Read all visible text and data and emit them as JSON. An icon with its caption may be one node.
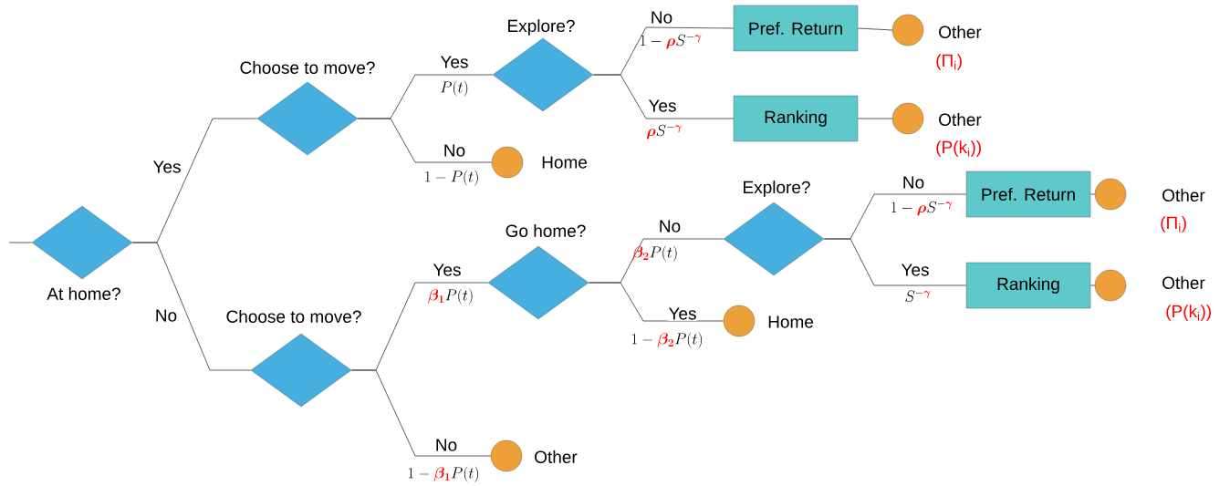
{
  "diagram": {
    "nodes": [
      {
        "text": [
          "At home?"
        ]
      },
      {
        "text": [
          "Choose to move?"
        ]
      },
      {
        "text": [
          "Choose to move?"
        ]
      },
      {
        "text": [
          "Explore?"
        ]
      },
      {
        "text": [
          "Home"
        ]
      },
      {
        "text": [
          "Go home?"
        ]
      },
      {
        "text": [
          "Other"
        ]
      },
      {
        "text": [
          "Pref. Return"
        ]
      },
      {
        "text": [
          "Other",
          "(Π$_{i}$)"
        ]
      },
      {
        "text": [
          "Ranking"
        ]
      },
      {
        "text": [
          "Other",
          "(P(k$_{i}$))"
        ]
      },
      {
        "text": [
          "Explore?"
        ]
      },
      {
        "text": [
          "Home"
        ]
      },
      {
        "text": [
          "Pref. Return"
        ]
      },
      {
        "text": [
          "Other",
          "(Π$_{i}$)"
        ]
      },
      {
        "text": [
          "Ranking"
        ]
      },
      {
        "text": [
          "Other",
          "(P(k$_{i}$))"
        ]
      }
    ],
    "edges": [
      {
        "from": null,
        "to": 0,
        "arrow": "none"
      },
      {
        "from": 0,
        "to": 1,
        "arrow": "none",
        "label": "Yes"
      },
      {
        "from": 0,
        "to": 2,
        "arrow": "none",
        "label": "No"
      },
      {
        "from": 1,
        "to": 3,
        "arrow": "none",
        "label": "Yes"
      },
      {
        "from": 1,
        "to": 4,
        "arrow": "none",
        "label": "No"
      },
      {
        "from": 2,
        "to": 5,
        "arrow": "none",
        "label": "Yes"
      },
      {
        "from": 2,
        "to": 6,
        "arrow": "none",
        "label": "No"
      },
      {
        "from": 3,
        "to": 7,
        "arrow": "none",
        "label": "No"
      },
      {
        "from": 3,
        "to": 9,
        "arrow": "none",
        "label": "Yes"
      },
      {
        "from": 7,
        "to": 8,
        "arrow": "none"
      },
      {
        "from": 9,
        "to": 10,
        "arrow": "none"
      },
      {
        "from": 5,
        "to": 11,
        "arrow": "none",
        "label": "No"
      },
      {
        "from": 5,
        "to": 12,
        "arrow": "none",
        "label": "Yes"
      },
      {
        "from": 11,
        "to": 13,
        "arrow": "none",
        "label": "No"
      },
      {
        "from": 11,
        "to": 15,
        "arrow": "none",
        "label": "Yes"
      },
      {
        "from": 13,
        "to": 14,
        "arrow": "none"
      },
      {
        "from": 15,
        "to": 16,
        "arrow": "none"
      }
    ],
    "labels": [
      "P(t)",
      "1-P(t)",
      "{\\color{red}\\boldsymbol{\\beta_1}}P(t)",
      "1-{\\color{red}\\boldsymbol{\\beta_1}}P(t)",
      "1-{\\color{red}\\boldsymbol{\\rho}}S^{-{\\color{red}\\boldsymbol{\\gamma}}}",
      "{\\color{red}\\boldsymbol{\\rho}}S^{-{\\color{red}\\boldsymbol{\\gamma}}}",
      "{\\color{red}\\boldsymbol{\\beta_2}}P(t)",
      "1-{\\color{red}\\boldsymbol{\\beta_2}}P(t)",
      "1-{\\color{red}\\boldsymbol{\\rho}}S^{-{\\color{red}\\boldsymbol{\\gamma}}}",
      "S^{-{\\color{red}\\boldsymbol{\\gamma}}}"
    ]
  }
}
